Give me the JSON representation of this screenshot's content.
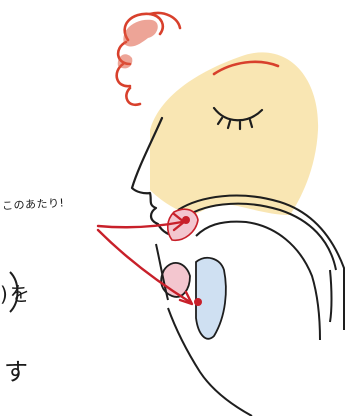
{
  "annotation": "このあたり!",
  "fragment_wo": ")を",
  "fragment_su": "す",
  "colors": {
    "skin": "#f7dd9a",
    "hair": "#d8402c",
    "outline": "#1e1e1e",
    "mark": "#c8202a",
    "mouth_fill": "#f3c6cf",
    "throat_fill": "#cfe0f2"
  }
}
